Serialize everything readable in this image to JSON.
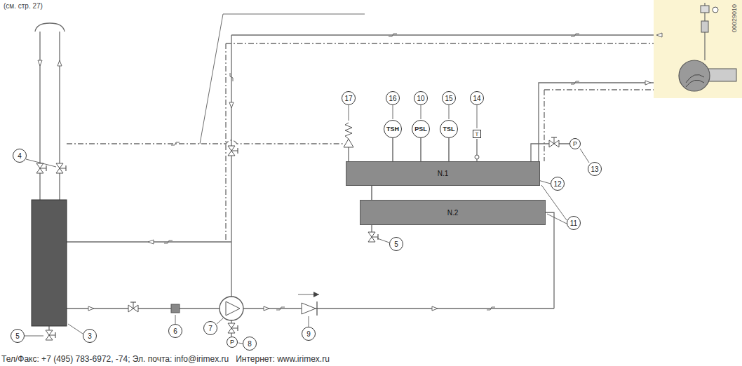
{
  "diagram": {
    "nodes": [
      {
        "text": [
          "TSH"
        ]
      },
      {
        "text": [
          "PSL"
        ]
      },
      {
        "text": [
          "TSL"
        ]
      },
      {
        "text": [
          "N.1"
        ]
      },
      {
        "text": [
          "N.2"
        ]
      }
    ],
    "edges": [
      {
        "from": 0,
        "to": 3,
        "arrow": "none"
      },
      {
        "from": 1,
        "to": 3,
        "arrow": "none"
      },
      {
        "from": 2,
        "to": 3,
        "arrow": "none"
      },
      {
        "from": 3,
        "to": 4,
        "arrow": "none"
      }
    ],
    "labels": [
      "(см. стр. 27)",
      "4",
      "5",
      "3",
      "6",
      "7",
      "8",
      "P",
      "9",
      "17",
      "16",
      "10",
      "15",
      "14",
      "T",
      "12",
      "13",
      "P",
      "11",
      "5",
      "00029010",
      "Тел/Факс: +7 (495) 783-6972, -74; Эл. почта: info@irimex.ru   Интернет: www.irimex.ru"
    ]
  }
}
